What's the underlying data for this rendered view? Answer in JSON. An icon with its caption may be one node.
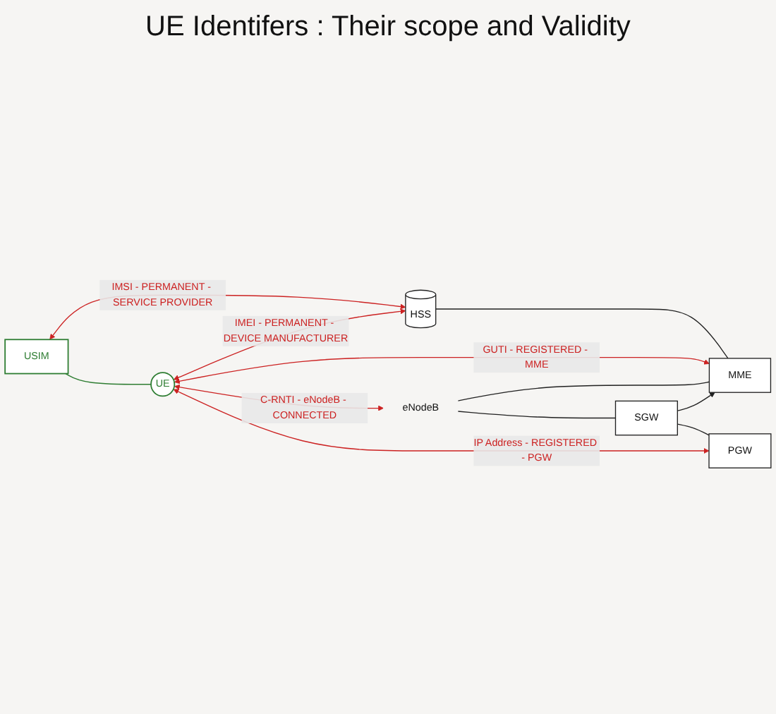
{
  "diagram": {
    "title": "UE Identifers : Their scope and Validity",
    "nodes": [
      {
        "text": [
          "UE"
        ]
      },
      {
        "text": [
          "USIM"
        ]
      },
      {
        "text": [
          "eNodeB"
        ]
      },
      {
        "text": [
          "MME"
        ]
      },
      {
        "text": [
          "HSS"
        ]
      },
      {
        "text": [
          "SGW"
        ]
      },
      {
        "text": [
          "PGW"
        ]
      }
    ],
    "edges": [
      {
        "from": 1,
        "to": 4,
        "arrow": "both",
        "label": "IMSI - PERMANENT - SERVICE PROVIDER",
        "color": "#cc2222"
      },
      {
        "from": 0,
        "to": 4,
        "arrow": "both",
        "label": "IMEI - PERMANENT - DEVICE MANUFACTURER",
        "color": "#cc2222"
      },
      {
        "from": 0,
        "to": 3,
        "arrow": "both",
        "label": "GUTI - REGISTERED - MME",
        "color": "#cc2222"
      },
      {
        "from": 0,
        "to": 2,
        "arrow": "both",
        "label": "C-RNTI - eNodeB - CONNECTED",
        "color": "#cc2222"
      },
      {
        "from": 0,
        "to": 6,
        "arrow": "both",
        "label": "IP Address - REGISTERED - PGW",
        "color": "#cc2222"
      },
      {
        "from": 1,
        "to": 0,
        "arrow": "none",
        "color": "#2e7d32"
      },
      {
        "from": 4,
        "to": 3,
        "arrow": "none",
        "color": "#222222"
      },
      {
        "from": 2,
        "to": 3,
        "arrow": "none",
        "color": "#222222"
      },
      {
        "from": 2,
        "to": 5,
        "arrow": "none",
        "color": "#222222"
      },
      {
        "from": 5,
        "to": 3,
        "arrow": "to",
        "color": "#222222"
      },
      {
        "from": 5,
        "to": 6,
        "arrow": "none",
        "color": "#222222"
      }
    ]
  }
}
